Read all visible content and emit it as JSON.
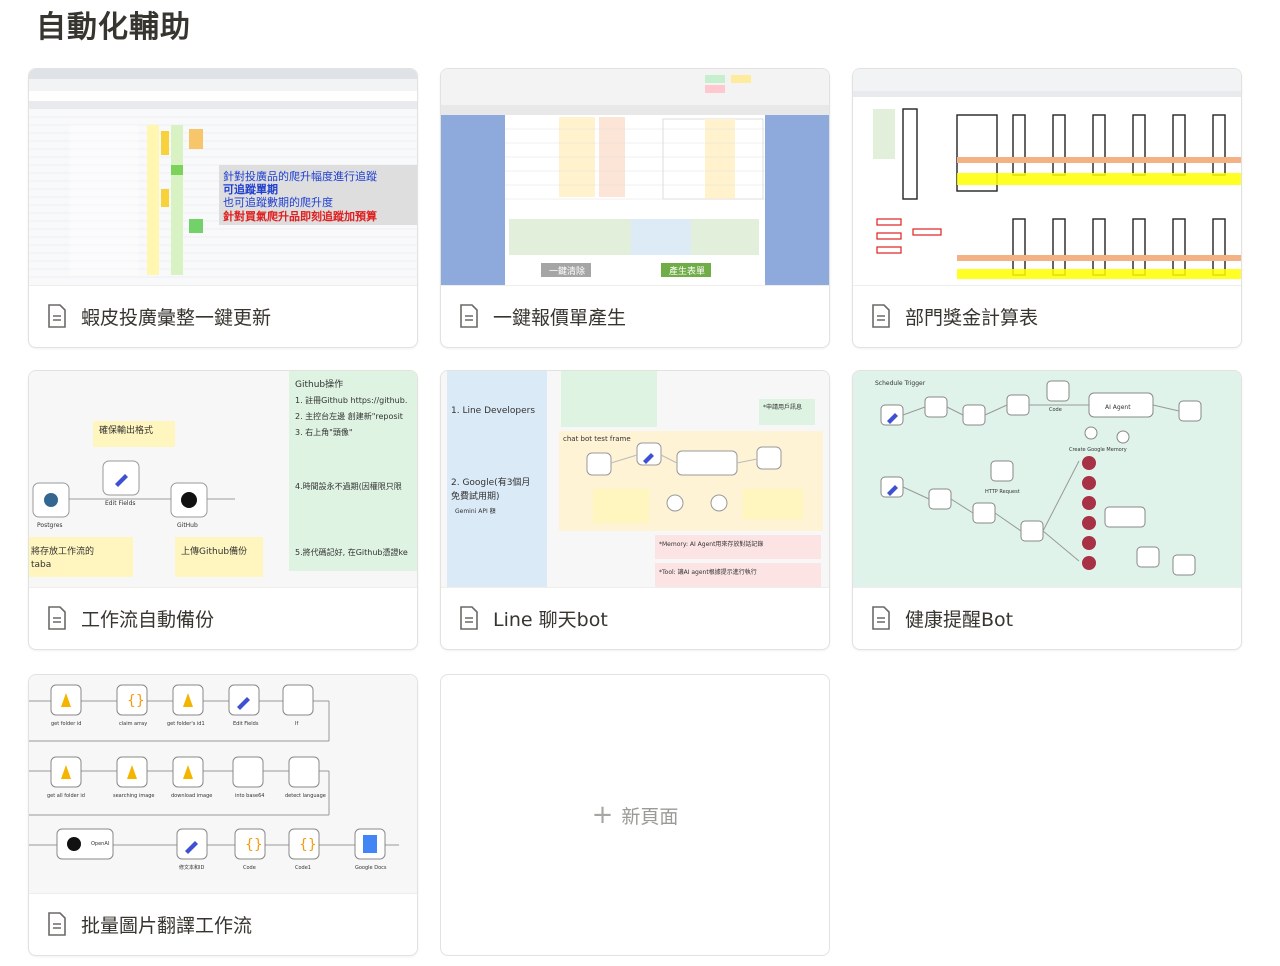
{
  "page": {
    "title": "自動化輔助"
  },
  "cards": [
    {
      "title": "蝦皮投廣彙整一鍵更新",
      "overlay": [
        "針對投廣品的爬升幅度進行追蹤",
        "可追蹤單期",
        "也可追蹤數期的爬升度",
        "針對買氣爬升品即刻追蹤加預算"
      ]
    },
    {
      "title": "一鍵報價單產生",
      "buttons": [
        "一鍵清除",
        "產生表單"
      ]
    },
    {
      "title": "部門獎金計算表"
    },
    {
      "title": "工作流自動備份",
      "notes": [
        "確保輸出格式",
        "將存放工作流的",
        "taba",
        "上傳Github備份"
      ],
      "nodes": [
        "Postgres",
        "Edit Fields",
        "GitHub"
      ],
      "steps_title": "Github操作",
      "steps": [
        "1. 註冊Github https://github.",
        "2. 主控台左邊 創建新\"reposit",
        "3. 右上角\"頭像\"",
        "4.時間設永不過期(因權限只限",
        "5.將代碼記好, 在Github憑證ke"
      ]
    },
    {
      "title": "Line 聊天bot",
      "texts": [
        "1. Line Developers",
        "2. Google(有3個月",
        "免費試用期)",
        "Gemini API 額",
        "chat bot test frame",
        "*申請用戶訊息",
        "*Memory: AI Agent用來存放對話記錄",
        "*Tool: 讓AI agent根據提示進行執行"
      ]
    },
    {
      "title": "健康提醒Bot",
      "labels": [
        "Schedule Trigger",
        "AI Agent",
        "Create Google Memory",
        "HTTP Request",
        "Code"
      ]
    },
    {
      "title": "批量圖片翻譯工作流",
      "nodes_row1": [
        "get folder id",
        "claim array",
        "get folder's id1",
        "Edit Fields",
        "If"
      ],
      "nodes_row2": [
        "get all folder id",
        "searching image",
        "download image",
        "into base64",
        "detect language"
      ],
      "nodes_row3": [
        "OpenAI",
        "修文本和ID",
        "Code",
        "Code1",
        "Google Docs"
      ]
    }
  ],
  "new_page": {
    "label": "新頁面"
  },
  "colors": {
    "accent_red": "#e02020",
    "accent_blue": "#1f3fd1",
    "yellow": "#f5e34a",
    "green_bg": "#dff3ea",
    "panel_blue": "#dbeaf7"
  }
}
